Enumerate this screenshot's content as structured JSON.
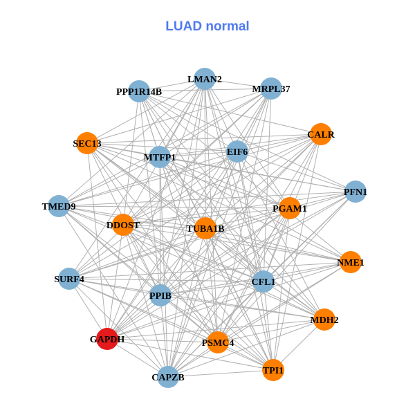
{
  "title": "LUAD normal",
  "colors": {
    "low": "#80b1d3",
    "mid": "#ff7f00",
    "high": "#e41a1c",
    "edge": "#b0b0b0",
    "title": "#4f7af0"
  },
  "nodes": [
    {
      "id": "LMAN2",
      "group": "low"
    },
    {
      "id": "PPP1R14B",
      "group": "low"
    },
    {
      "id": "MRPL37",
      "group": "low"
    },
    {
      "id": "SEC13",
      "group": "mid"
    },
    {
      "id": "CALR",
      "group": "mid"
    },
    {
      "id": "MTFP1",
      "group": "low"
    },
    {
      "id": "EIF6",
      "group": "low"
    },
    {
      "id": "PFN1",
      "group": "low"
    },
    {
      "id": "TMED9",
      "group": "low"
    },
    {
      "id": "PGAM1",
      "group": "mid"
    },
    {
      "id": "DDOST",
      "group": "mid"
    },
    {
      "id": "TUBA1B",
      "group": "mid"
    },
    {
      "id": "NME1",
      "group": "mid"
    },
    {
      "id": "SURF4",
      "group": "low"
    },
    {
      "id": "CFL1",
      "group": "low"
    },
    {
      "id": "PPIB",
      "group": "low"
    },
    {
      "id": "MDH2",
      "group": "mid"
    },
    {
      "id": "GAPDH",
      "group": "high"
    },
    {
      "id": "PSMC4",
      "group": "mid"
    },
    {
      "id": "TPI1",
      "group": "mid"
    },
    {
      "id": "CAPZB",
      "group": "low"
    }
  ],
  "adjacency": {
    "LMAN2": [
      "PPP1R14B",
      "MRPL37",
      "SEC13",
      "MTFP1",
      "EIF6",
      "TMED9",
      "PGAM1",
      "DDOST",
      "TUBA1B",
      "CFL1",
      "PPIB",
      "PSMC4",
      "TPI1",
      "CAPZB",
      "GAPDH",
      "SURF4"
    ],
    "PPP1R14B": [
      "MRPL37",
      "CALR",
      "MTFP1",
      "EIF6",
      "PFN1",
      "DDOST",
      "TUBA1B",
      "CFL1",
      "PPIB",
      "MDH2",
      "PSMC4",
      "TPI1",
      "NME1"
    ],
    "MRPL37": [
      "SEC13",
      "MTFP1",
      "EIF6",
      "TMED9",
      "DDOST",
      "TUBA1B",
      "SURF4",
      "PPIB",
      "GAPDH",
      "CAPZB",
      "PSMC4",
      "CFL1"
    ],
    "SEC13": [
      "CALR",
      "MTFP1",
      "EIF6",
      "PFN1",
      "PGAM1",
      "TUBA1B",
      "CFL1",
      "PPIB",
      "MDH2",
      "PSMC4",
      "TPI1",
      "NME1",
      "GAPDH"
    ],
    "CALR": [
      "MTFP1",
      "EIF6",
      "TMED9",
      "DDOST",
      "TUBA1B",
      "SURF4",
      "CFL1",
      "PPIB",
      "GAPDH",
      "PSMC4",
      "TPI1",
      "CAPZB"
    ],
    "MTFP1": [
      "EIF6",
      "PFN1",
      "TMED9",
      "PGAM1",
      "NME1",
      "CFL1",
      "PPIB",
      "MDH2",
      "PSMC4",
      "TPI1",
      "CAPZB"
    ],
    "EIF6": [
      "PFN1",
      "TMED9",
      "PGAM1",
      "DDOST",
      "SURF4",
      "CFL1",
      "PPIB",
      "GAPDH",
      "MDH2",
      "TPI1",
      "CAPZB"
    ],
    "PFN1": [
      "TMED9",
      "DDOST",
      "TUBA1B",
      "SURF4",
      "PPIB",
      "GAPDH",
      "PSMC4",
      "CAPZB",
      "CFL1"
    ],
    "TMED9": [
      "PGAM1",
      "TUBA1B",
      "NME1",
      "CFL1",
      "PPIB",
      "PSMC4",
      "TPI1",
      "CAPZB",
      "MDH2"
    ],
    "PGAM1": [
      "DDOST",
      "SURF4",
      "PPIB",
      "GAPDH",
      "PSMC4",
      "CAPZB",
      "CFL1",
      "TPI1"
    ],
    "DDOST": [
      "TUBA1B",
      "NME1",
      "CFL1",
      "PPIB",
      "MDH2",
      "PSMC4",
      "TPI1",
      "GAPDH",
      "CAPZB"
    ],
    "TUBA1B": [
      "NME1",
      "SURF4",
      "CFL1",
      "GAPDH",
      "MDH2",
      "PSMC4",
      "TPI1",
      "CAPZB"
    ],
    "NME1": [
      "SURF4",
      "PPIB",
      "GAPDH",
      "PSMC4",
      "CAPZB",
      "CFL1"
    ],
    "SURF4": [
      "CFL1",
      "PPIB",
      "MDH2",
      "PSMC4",
      "TPI1",
      "GAPDH",
      "CAPZB"
    ],
    "CFL1": [
      "PPIB",
      "GAPDH",
      "PSMC4",
      "TPI1",
      "CAPZB",
      "MDH2"
    ],
    "PPIB": [
      "MDH2",
      "GAPDH",
      "TPI1",
      "CAPZB",
      "PSMC4"
    ],
    "MDH2": [
      "GAPDH",
      "PSMC4",
      "TPI1",
      "CAPZB"
    ],
    "GAPDH": [
      "PSMC4",
      "TPI1",
      "CAPZB"
    ],
    "PSMC4": [
      "TPI1",
      "CAPZB"
    ],
    "TPI1": [
      "CAPZB"
    ]
  }
}
